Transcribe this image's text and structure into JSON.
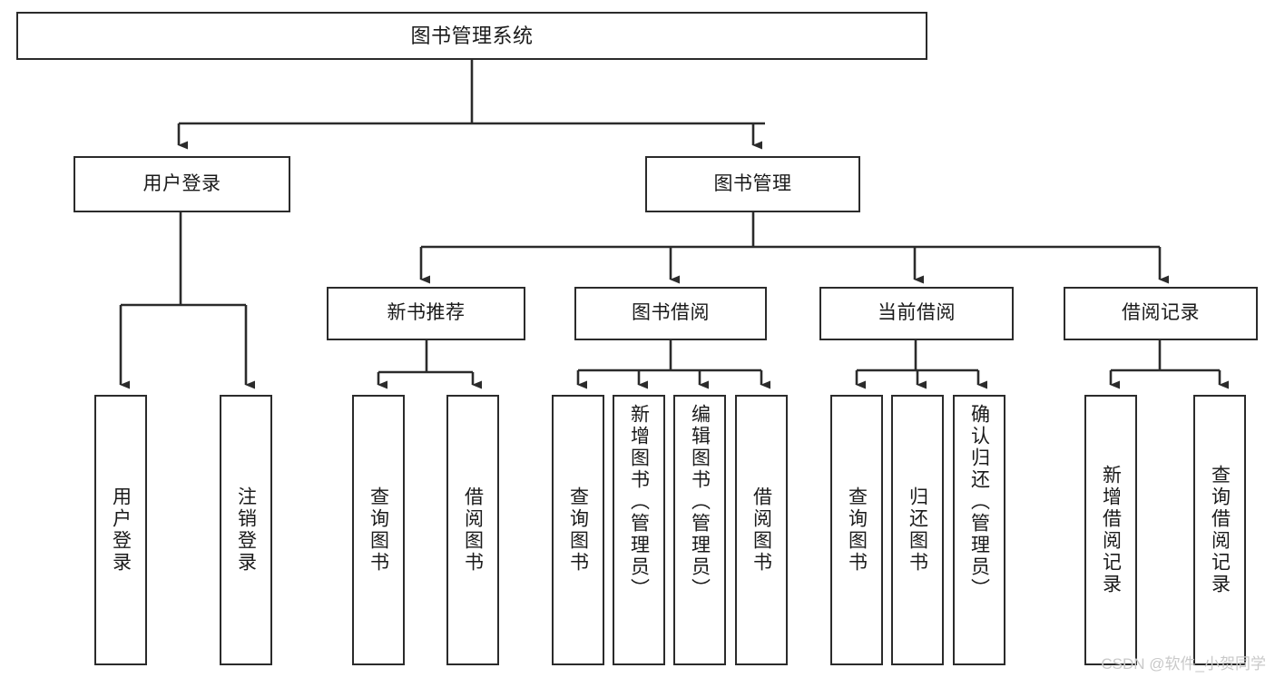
{
  "diagram": {
    "type": "tree-hierarchy-chart",
    "title": "图书管理系统",
    "stroke_color": "#2b2b2b",
    "background_color": "#ffffff",
    "watermark": "CSDN @软件_小贺同学",
    "root": {
      "label": "图书管理系统"
    },
    "level2": [
      {
        "label": "用户登录"
      },
      {
        "label": "图书管理"
      }
    ],
    "level3": [
      {
        "label": "新书推荐"
      },
      {
        "label": "图书借阅"
      },
      {
        "label": "当前借阅"
      },
      {
        "label": "借阅记录"
      }
    ],
    "leaves": {
      "user_login": [
        {
          "label": "用户登录"
        },
        {
          "label": "注销登录"
        }
      ],
      "new_book_recommend": [
        {
          "label": "查询图书"
        },
        {
          "label": "借阅图书"
        }
      ],
      "book_borrow": [
        {
          "label": "查询图书"
        },
        {
          "label": "新增图书（管理员）"
        },
        {
          "label": "编辑图书（管理员）"
        },
        {
          "label": "借阅图书"
        }
      ],
      "current_borrow": [
        {
          "label": "查询图书"
        },
        {
          "label": "归还图书"
        },
        {
          "label": "确认归还（管理员）"
        }
      ],
      "borrow_record": [
        {
          "label": "新增借阅记录"
        },
        {
          "label": "查询借阅记录"
        }
      ]
    }
  }
}
